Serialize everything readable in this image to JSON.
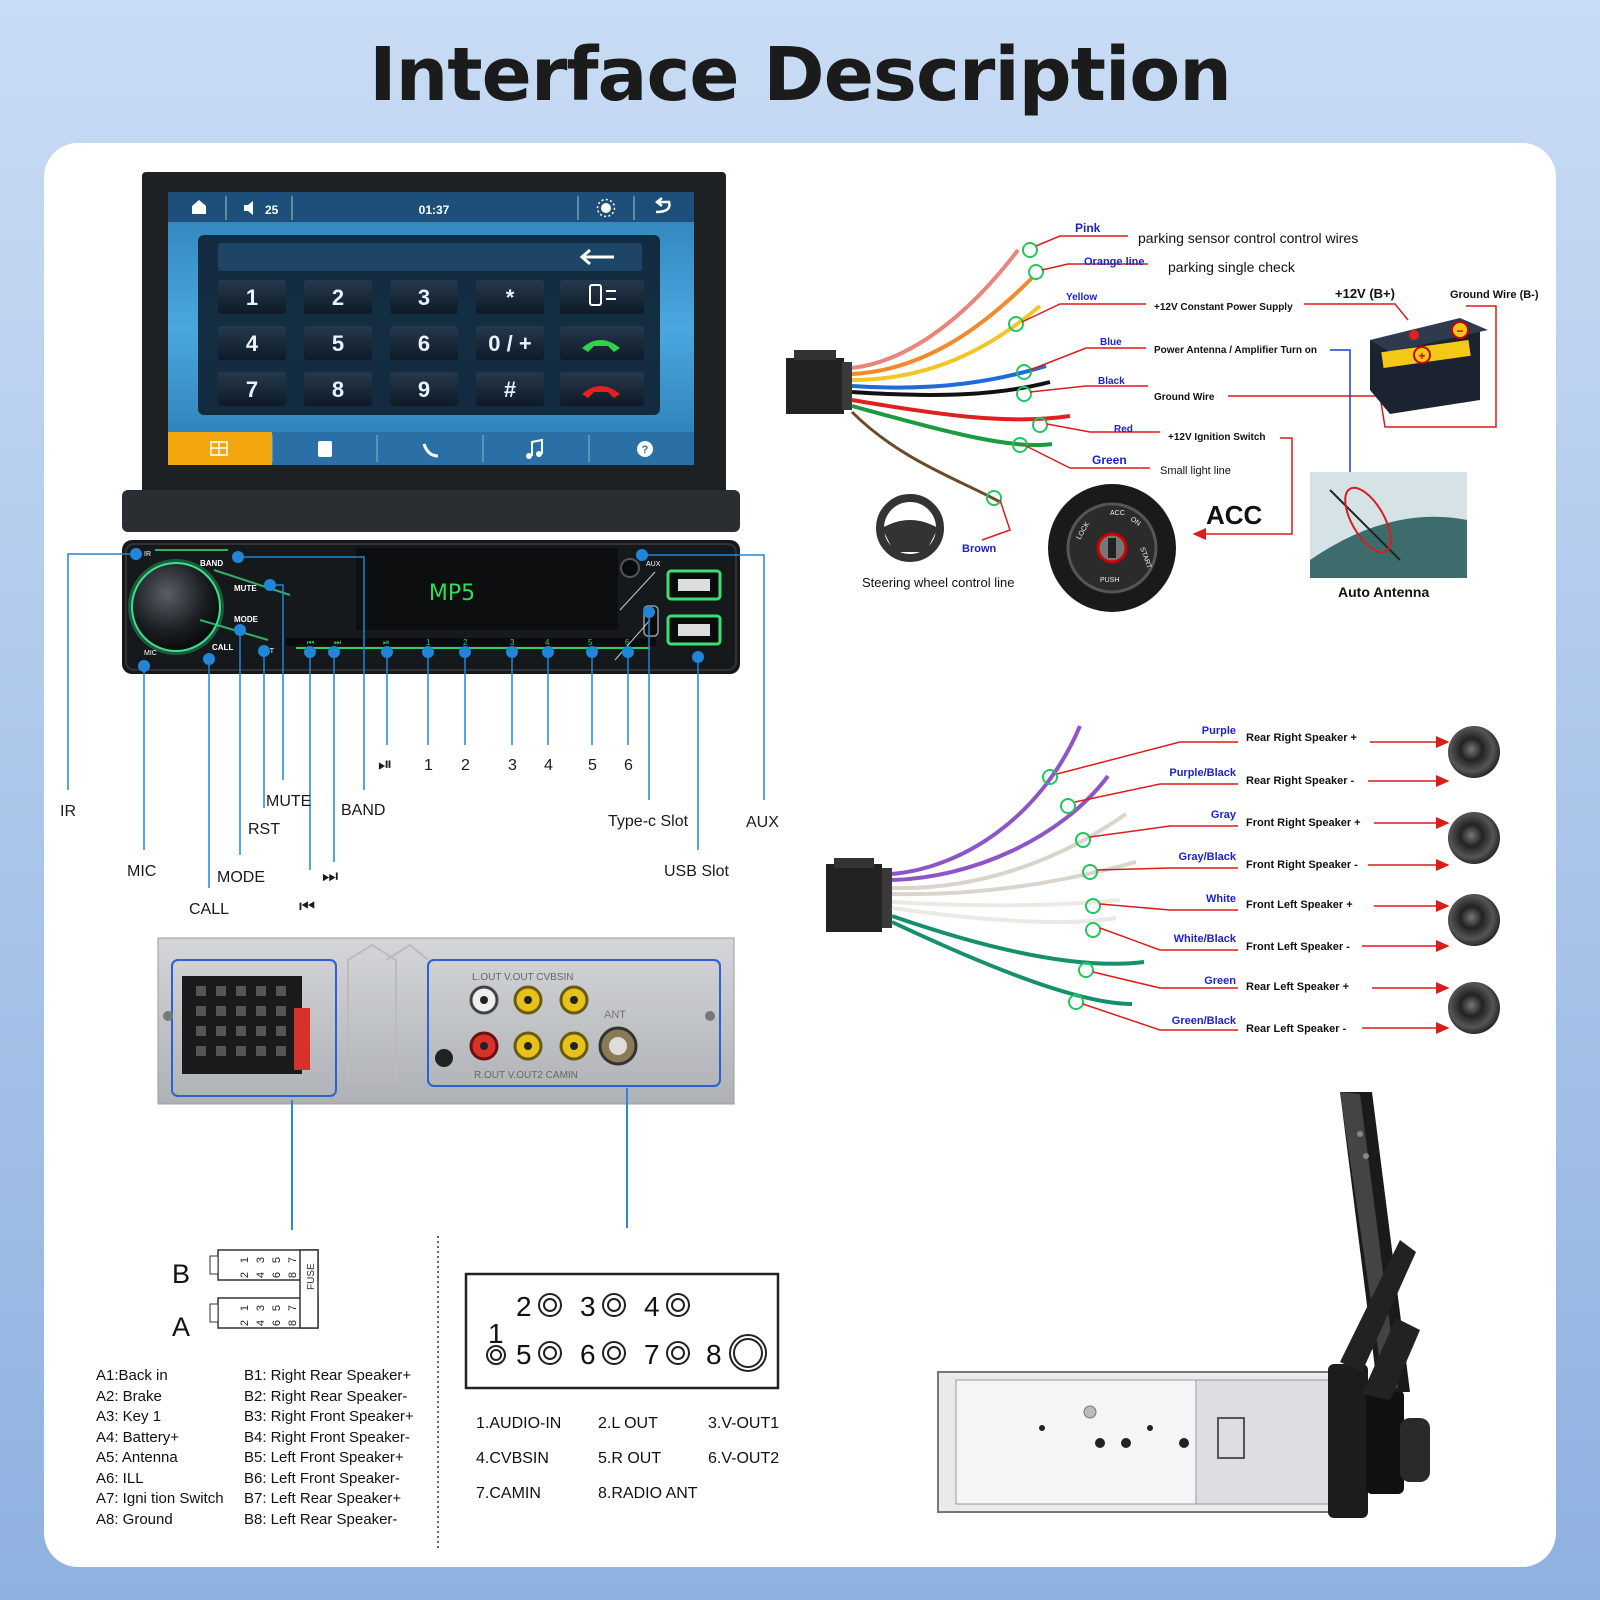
{
  "title": "Interface Description",
  "head_unit": {
    "status_bar": {
      "volume": "25",
      "time": "01:37"
    },
    "keypad": [
      "1",
      "2",
      "3",
      "*",
      "4",
      "5",
      "6",
      "0 / +",
      "7",
      "8",
      "9",
      "#"
    ],
    "display_text": "MP5",
    "face_labels": {
      "ir": "IR",
      "band": "BAND",
      "mute": "MUTE",
      "mode": "MODE",
      "call": "CALL",
      "rst": "RST",
      "mic": "MIC",
      "aux": "AUX",
      "p1": "1",
      "p2": "2",
      "p3": "3",
      "p4": "4",
      "p5": "5",
      "p6": "6"
    }
  },
  "callouts": {
    "ir": "IR",
    "mic": "MIC",
    "call": "CALL",
    "mode": "MODE",
    "rst": "RST",
    "mute": "MUTE",
    "band": "BAND",
    "k1": "1",
    "k2": "2",
    "k3": "3",
    "k4": "4",
    "k5": "5",
    "k6": "6",
    "type_c": "Type-c Slot",
    "aux": "AUX",
    "usb": "USB Slot"
  },
  "power_harness": {
    "pink": "Pink",
    "pink_desc": "parking sensor control control wires",
    "orange": "Orange line",
    "orange_desc": "parking single check",
    "yellow": "Yellow",
    "yellow_desc": "+12V Constant Power Supply",
    "blue": "Blue",
    "blue_desc": "Power Antenna / Amplifier Turn on",
    "black": "Black",
    "black_desc": "Ground Wire",
    "red": "Red",
    "red_desc": "+12V  Ignition Switch",
    "green": "Green",
    "green_desc": "Small light line",
    "brown": "Brown",
    "bplus": "+12V  (B+)",
    "bminus": "Ground Wire (B-)",
    "acc": "ACC",
    "steering": "Steering wheel control line",
    "antenna": "Auto Antenna",
    "ign_lock": "LOCK",
    "ign_acc": "ACC",
    "ign_on": "ON",
    "ign_start": "START",
    "ign_push": "PUSH"
  },
  "speaker_harness": [
    {
      "wire": "Purple",
      "desc": "Rear Right Speaker +",
      "color": "#1d22c9"
    },
    {
      "wire": "Purple/Black",
      "desc": "Rear Right Speaker -",
      "color": "#1d22c9"
    },
    {
      "wire": "Gray",
      "desc": "Front Right Speaker +",
      "color": "#1d22c9"
    },
    {
      "wire": "Gray/Black",
      "desc": "Front Right Speaker -",
      "color": "#1d22c9"
    },
    {
      "wire": "White",
      "desc": "Front Left Speaker +",
      "color": "#1d22c9"
    },
    {
      "wire": "White/Black",
      "desc": "Front Left Speaker -",
      "color": "#1d22c9"
    },
    {
      "wire": "Green",
      "desc": "Rear Left Speaker +",
      "color": "#1d22c9"
    },
    {
      "wire": "Green/Black",
      "desc": "Rear Left Speaker -",
      "color": "#1d22c9"
    }
  ],
  "rear_panel": {
    "top_label": "L.OUT  V.OUT  CVBSIN",
    "bottom_label": "R.OUT  V.OUT2  CAMIN",
    "ant": "ANT"
  },
  "iso": {
    "b": "B",
    "a": "A",
    "fuse": "FUSE",
    "b_pins": [
      "1",
      "3",
      "5",
      "7",
      "2",
      "4",
      "6",
      "8"
    ],
    "a_pins": [
      "1",
      "3",
      "5",
      "7",
      "2",
      "4",
      "6",
      "8"
    ],
    "left": [
      "A1:Back    in",
      "A2: Brake",
      "A3: Key 1",
      "A4: Battery+",
      "A5: Antenna",
      "A6: ILL",
      "A7:  Igni tion Switch",
      "A8: Ground"
    ],
    "right": [
      "B1: Right Rear Speaker+",
      "B2: Right Rear Speaker-",
      "B3: Right Front Speaker+",
      "B4: Right Front Speaker-",
      "B5: Left Front Speaker+",
      "B6: Left Front Speaker-",
      "B7: Left Rear Speaker+",
      "B8: Left Rear Speaker-"
    ]
  },
  "rca": {
    "top_nums": [
      "2",
      "3",
      "4"
    ],
    "bottom_nums": [
      "1",
      "5",
      "6",
      "7",
      "8"
    ],
    "legend": [
      "1.AUDIO-IN",
      "2.L OUT",
      "3.V-OUT1",
      "4.CVBSIN",
      "5.R OUT",
      "6.V-OUT2",
      "7.CAMIN",
      "8.RADIO ANT"
    ]
  },
  "colors": {
    "accent_blue": "#1a8ad6",
    "callout_blue": "#1f86d8",
    "wire_label": "#1d22c9",
    "arrow_red": "#d91c1c"
  }
}
